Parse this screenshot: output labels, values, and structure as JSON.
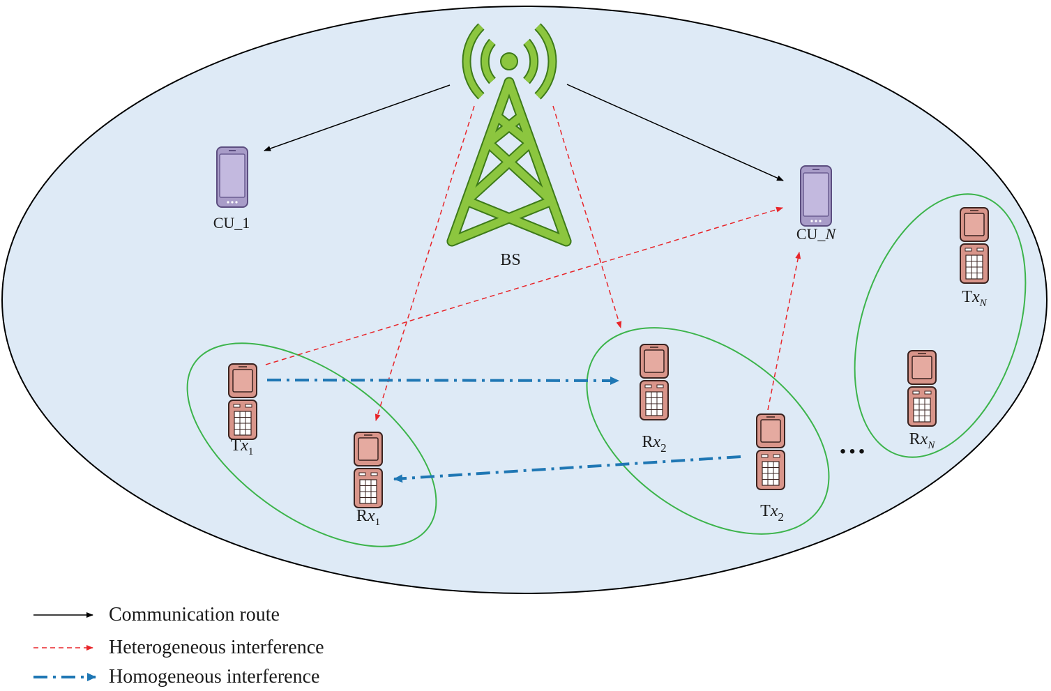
{
  "labels": {
    "bs": "BS",
    "cu1": "CU_1",
    "cun_base": "CU_",
    "cun_sub": "N",
    "tx1_base": "T",
    "tx1_var": "x",
    "tx1_sub": "1",
    "rx1_base": "R",
    "rx1_var": "x",
    "rx1_sub": "1",
    "rx2_base": "R",
    "rx2_var": "x",
    "rx2_sub": "2",
    "tx2_base": "T",
    "tx2_var": "x",
    "tx2_sub": "2",
    "txn_base": "T",
    "txn_var": "x",
    "txn_sub": "N",
    "rxn_base": "R",
    "rxn_var": "x",
    "rxn_sub": "N",
    "ellipsis": "…"
  },
  "legend": {
    "communication": "Communication route",
    "heterogeneous": "Heterogeneous interference",
    "homogeneous": "Homogeneous interference"
  },
  "colors": {
    "cell_fill": "#deeaf6",
    "tower": "#8cc63f",
    "tower_stroke": "#3d7a19",
    "pair_ellipse": "#3cb44b",
    "communication": "#000000",
    "heterogeneous": "#e8252a",
    "homogeneous": "#1f77b4",
    "phone_body": "#d9958a",
    "cu_phone": "#a89cc8"
  },
  "icons": {
    "tower": "cell-tower-icon",
    "cu_phone": "smartphone-icon",
    "d2d_phone": "flip-phone-icon"
  }
}
